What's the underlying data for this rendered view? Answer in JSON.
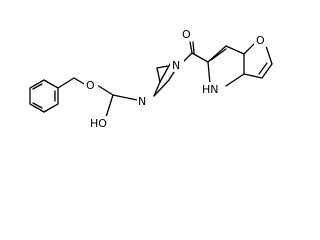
{
  "molecule": {
    "atom_labels": {
      "carbamate_oxygen": "O",
      "hydroxyl": "HO",
      "carbamate_nitrogen": "N",
      "azetidine_nitrogen": "N",
      "carbonyl_oxygen": "O",
      "pyrrole_nh": "HN",
      "furan_oxygen": "O"
    }
  }
}
